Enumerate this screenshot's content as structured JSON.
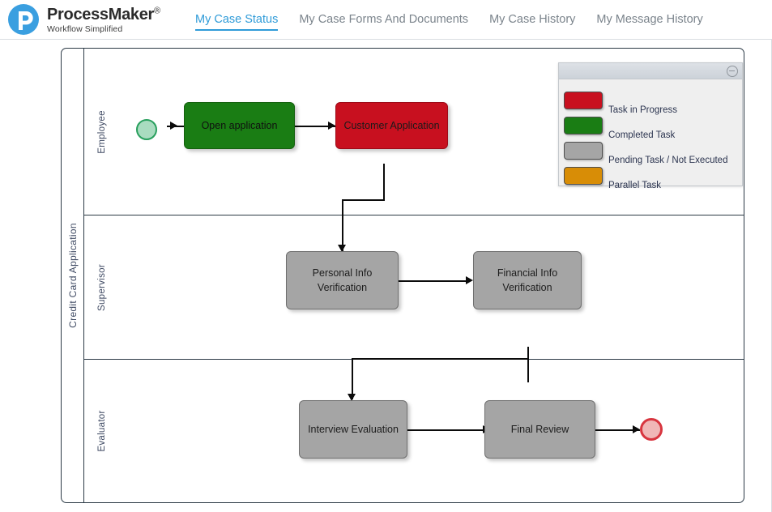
{
  "brand": {
    "name": "ProcessMaker",
    "registered": "®",
    "tagline": "Workflow Simplified",
    "logo_icon": "processmaker-logo-icon",
    "logo_color": "#3a9fe0"
  },
  "nav": {
    "items": [
      {
        "label": "My Case Status",
        "active": true
      },
      {
        "label": "My Case Forms And Documents",
        "active": false
      },
      {
        "label": "My Case History",
        "active": false
      },
      {
        "label": "My Message History",
        "active": false
      }
    ],
    "active_color": "#2f9bd8",
    "inactive_color": "#7b848c"
  },
  "diagram": {
    "pool_label": "Credit Card Application",
    "lanes": [
      {
        "label": "Employee"
      },
      {
        "label": "Supervisor"
      },
      {
        "label": "Evaluator"
      }
    ],
    "nodes": [
      {
        "id": "start",
        "type": "start-event",
        "label": "",
        "status": "start",
        "lane": "Employee"
      },
      {
        "id": "open-application",
        "type": "task",
        "label": "Open application",
        "status": "completed",
        "lane": "Employee"
      },
      {
        "id": "customer-application",
        "type": "task",
        "label": "Customer Application",
        "status": "in-progress",
        "lane": "Employee"
      },
      {
        "id": "personal-info-verification",
        "type": "task",
        "label": "Personal Info\nVerification",
        "label_line1": "Personal Info",
        "label_line2": "Verification",
        "status": "pending",
        "lane": "Supervisor"
      },
      {
        "id": "financial-info-verification",
        "type": "task",
        "label": "Financial Info\nVerification",
        "label_line1": "Financial Info",
        "label_line2": "Verification",
        "status": "pending",
        "lane": "Supervisor"
      },
      {
        "id": "interview-evaluation",
        "type": "task",
        "label": "Interview Evaluation",
        "status": "pending",
        "lane": "Evaluator"
      },
      {
        "id": "final-review",
        "type": "task",
        "label": "Final Review",
        "status": "pending",
        "lane": "Evaluator"
      },
      {
        "id": "end",
        "type": "end-event",
        "label": "",
        "status": "end",
        "lane": "Evaluator"
      }
    ],
    "flows": [
      {
        "from": "start",
        "to": "open-application"
      },
      {
        "from": "open-application",
        "to": "customer-application"
      },
      {
        "from": "customer-application",
        "to": "personal-info-verification"
      },
      {
        "from": "personal-info-verification",
        "to": "financial-info-verification"
      },
      {
        "from": "financial-info-verification",
        "to": "interview-evaluation"
      },
      {
        "from": "interview-evaluation",
        "to": "final-review"
      },
      {
        "from": "final-review",
        "to": "end"
      }
    ]
  },
  "legend": {
    "collapse_icon": "minimize-circle-icon",
    "items": [
      {
        "label": "Task in Progress",
        "color": "#c8101f"
      },
      {
        "label": "Completed Task",
        "color": "#1a7d14"
      },
      {
        "label": "Pending Task / Not Executed",
        "color": "#a5a5a5"
      },
      {
        "label": "Parallel Task",
        "color": "#d88d06"
      }
    ]
  }
}
